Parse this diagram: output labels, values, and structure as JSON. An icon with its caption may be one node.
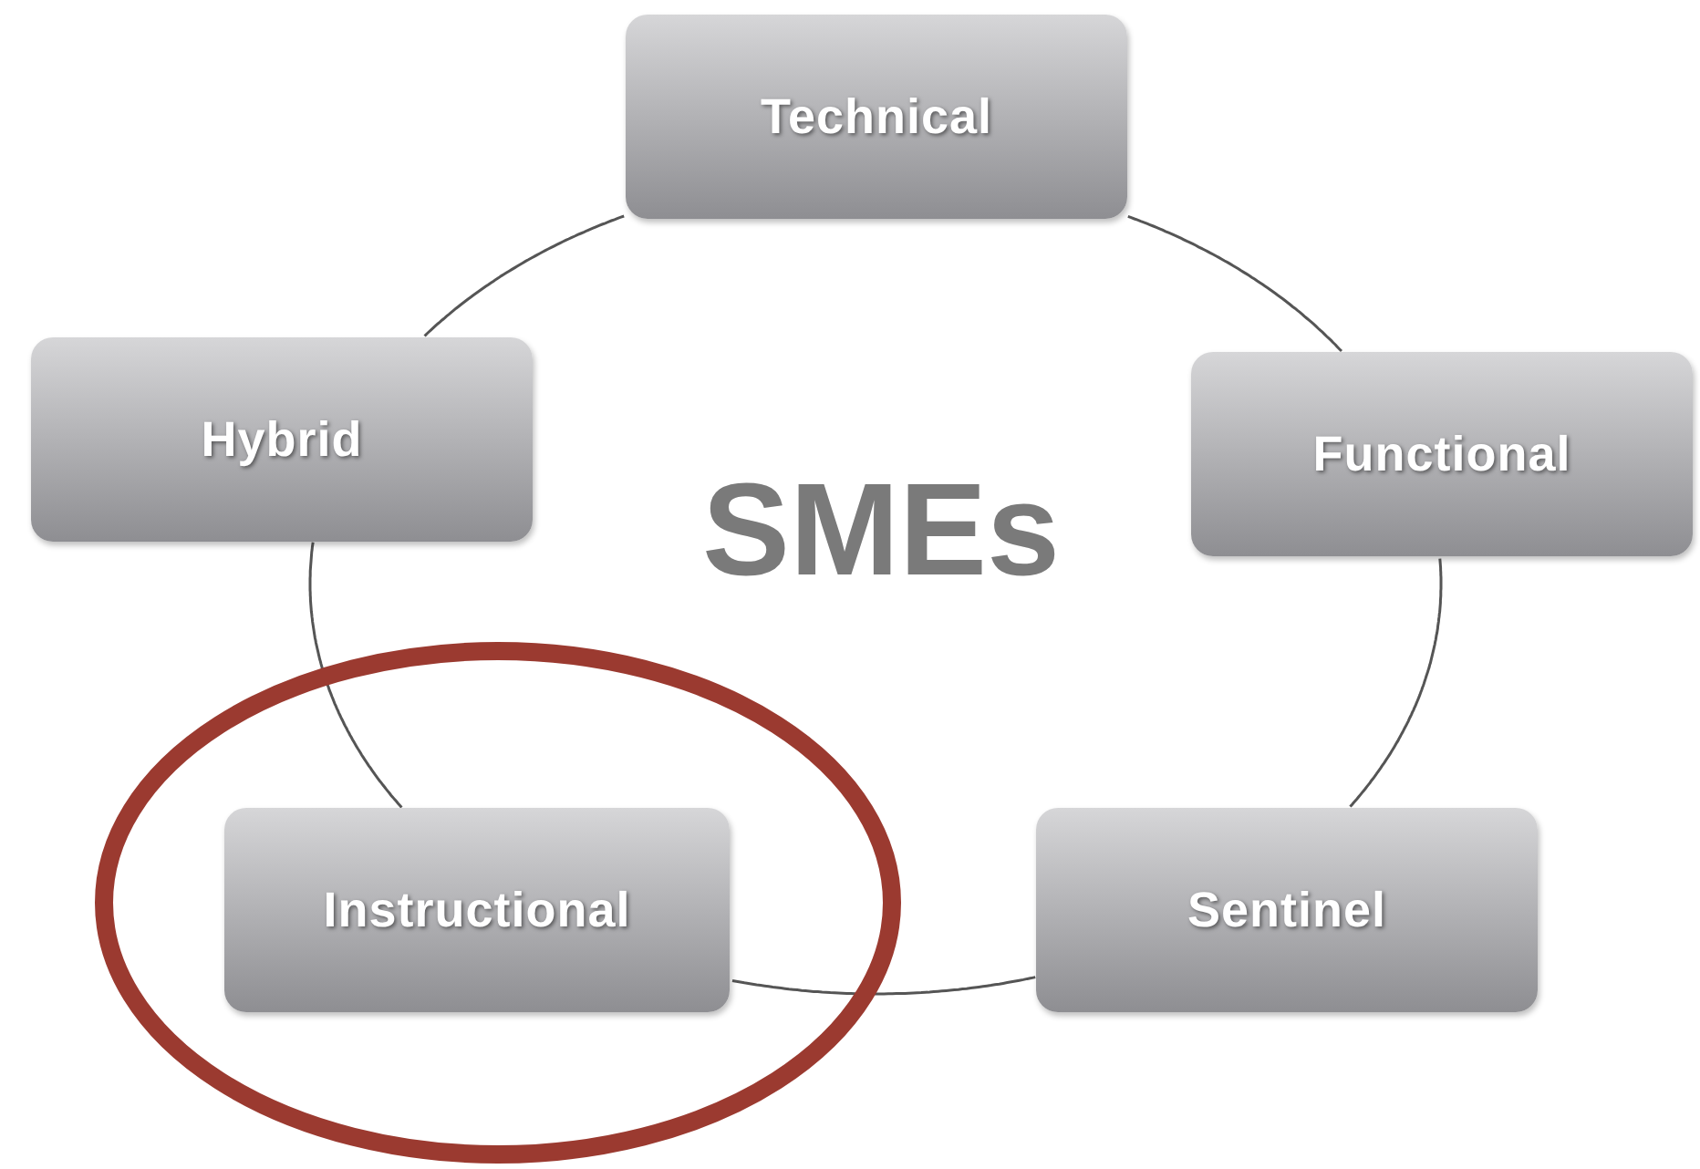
{
  "diagram": {
    "nodes": [
      {
        "text": [
          "Technical"
        ]
      },
      {
        "text": [
          "Functional"
        ]
      },
      {
        "text": [
          "Sentinel"
        ]
      },
      {
        "text": [
          "Instructional"
        ]
      },
      {
        "text": [
          "Hybrid"
        ]
      }
    ],
    "edges": [
      {
        "from": 0,
        "to": 1,
        "arrow": "none"
      },
      {
        "from": 1,
        "to": 2,
        "arrow": "none"
      },
      {
        "from": 2,
        "to": 3,
        "arrow": "none"
      },
      {
        "from": 3,
        "to": 4,
        "arrow": "none"
      },
      {
        "from": 4,
        "to": 0,
        "arrow": "none"
      }
    ],
    "labels": [
      "SMEs"
    ]
  }
}
